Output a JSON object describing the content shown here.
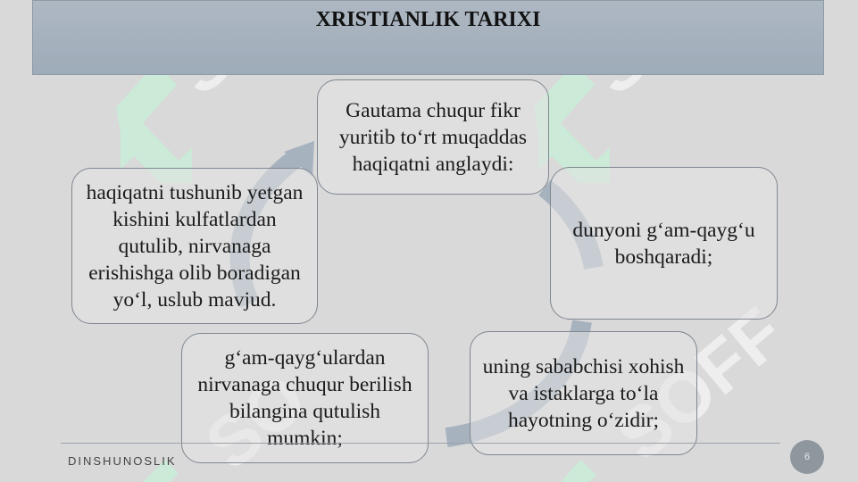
{
  "slide": {
    "title": "XRISTIANLIK TARIXI",
    "footer": "DINSHUNOSLIK",
    "page_number": "6"
  },
  "watermark": {
    "text": "SOFF",
    "color": "#c8ecd6"
  },
  "cycle": {
    "nodes": [
      {
        "id": "top",
        "text": "Gautama chuqur fikr yuritib to‘rt muqaddas haqiqatni anglaydi:"
      },
      {
        "id": "right",
        "text": "dunyoni g‘am-qayg‘u boshqaradi;"
      },
      {
        "id": "bottom-right",
        "text": "uning sababchisi xohish va istaklarga to‘la hayotning o‘zidir;"
      },
      {
        "id": "bottom-left",
        "text": "g‘am-qayg‘ulardan nirvanaga chuqur berilish bilangina qutulish mumkin;"
      },
      {
        "id": "left",
        "text": "haqiqatni tushunib yetgan kishini kulfatlardan qutulib, nirvanaga erishishga olib boradigan yo‘l, uslub mavjud."
      }
    ],
    "arrow_color": "#a7b2bf"
  },
  "colors": {
    "background": "#d9d9d9",
    "header": "#a6b2be",
    "node_border": "#7f8790"
  }
}
